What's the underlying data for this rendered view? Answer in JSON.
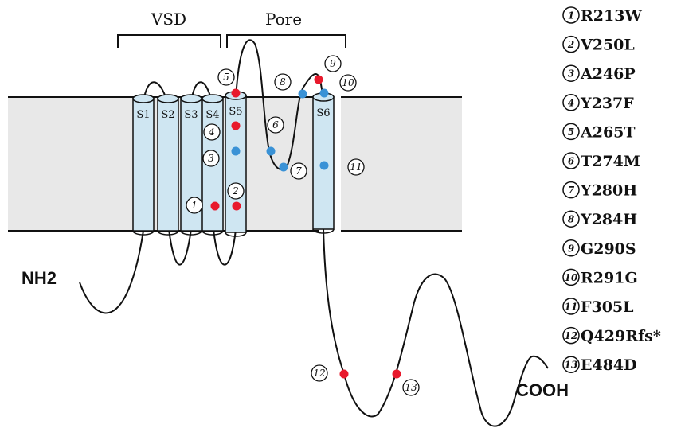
{
  "colors": {
    "membrane": "#e8e8e8",
    "helix_fill": "#cfe6f2",
    "outline": "#111111",
    "red_dot": "#e8192c",
    "blue_dot": "#3a92d6"
  },
  "regions": {
    "vsd": "VSD",
    "pore": "Pore"
  },
  "helices": [
    "S1",
    "S2",
    "S3",
    "S4",
    "S5",
    "S6"
  ],
  "termini": {
    "n": "NH2",
    "c": "COOH"
  },
  "site_numbers": [
    "1",
    "2",
    "3",
    "4",
    "5",
    "6",
    "7",
    "8",
    "9",
    "10",
    "11",
    "12",
    "13"
  ],
  "mutations": [
    {
      "number": "1",
      "label": "R213W"
    },
    {
      "number": "2",
      "label": "V250L"
    },
    {
      "number": "3",
      "label": "A246P"
    },
    {
      "number": "4",
      "label": "Y237F"
    },
    {
      "number": "5",
      "label": "A265T"
    },
    {
      "number": "6",
      "label": "T274M"
    },
    {
      "number": "7",
      "label": "Y280H"
    },
    {
      "number": "8",
      "label": "Y284H"
    },
    {
      "number": "9",
      "label": "G290S"
    },
    {
      "number": "10",
      "label": "R291G"
    },
    {
      "number": "11",
      "label": "F305L"
    },
    {
      "number": "12",
      "label": "Q429Rfs*"
    },
    {
      "number": "13",
      "label": "E484D"
    }
  ]
}
